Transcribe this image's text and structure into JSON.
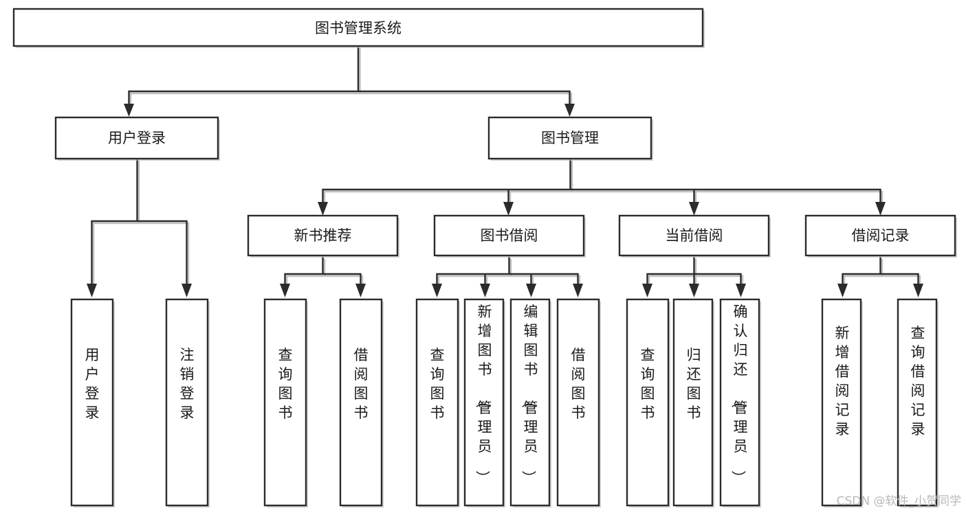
{
  "diagram": {
    "title": "图书管理系统",
    "type": "tree-hierarchy-diagram",
    "colors": {
      "stroke": "#2b2b2b",
      "fill": "#ffffff",
      "shadow": "#b9b9b9",
      "text": "#1a1a1a",
      "watermark": "#b7b7b7"
    },
    "levels": {
      "root": "图书管理系统",
      "level2": [
        "用户登录",
        "图书管理"
      ],
      "level3": [
        "新书推荐",
        "图书借阅",
        "当前借阅",
        "借阅记录"
      ]
    },
    "nodes": {
      "root": {
        "label": "图书管理系统",
        "orientation": "horizontal"
      },
      "user_login": {
        "label": "用户登录",
        "orientation": "horizontal"
      },
      "book_manage": {
        "label": "图书管理",
        "orientation": "horizontal"
      },
      "new_book_rec": {
        "label": "新书推荐",
        "orientation": "horizontal"
      },
      "book_borrow": {
        "label": "图书借阅",
        "orientation": "horizontal"
      },
      "current_borrow": {
        "label": "当前借阅",
        "orientation": "horizontal"
      },
      "borrow_record": {
        "label": "借阅记录",
        "orientation": "horizontal"
      },
      "leaf_user_login": {
        "label": "用户登录",
        "orientation": "vertical"
      },
      "leaf_logout": {
        "label": "注销登录",
        "orientation": "vertical"
      },
      "leaf_query_book_1": {
        "label": "查询图书",
        "orientation": "vertical"
      },
      "leaf_borrow_book_1": {
        "label": "借阅图书",
        "orientation": "vertical"
      },
      "leaf_query_book_2": {
        "label": "查询图书",
        "orientation": "vertical"
      },
      "leaf_add_book": {
        "label": "新增图书（管理员）",
        "orientation": "vertical"
      },
      "leaf_edit_book": {
        "label": "编辑图书（管理员）",
        "orientation": "vertical"
      },
      "leaf_borrow_book_2": {
        "label": "借阅图书",
        "orientation": "vertical"
      },
      "leaf_query_book_3": {
        "label": "查询图书",
        "orientation": "vertical"
      },
      "leaf_return_book": {
        "label": "归还图书",
        "orientation": "vertical"
      },
      "leaf_confirm_return": {
        "label": "确认归还（管理员）",
        "orientation": "vertical"
      },
      "leaf_add_record": {
        "label": "新增借阅记录",
        "orientation": "vertical"
      },
      "leaf_query_record": {
        "label": "查询借阅记录",
        "orientation": "vertical"
      }
    },
    "tree": [
      {
        "label": "图书管理系统",
        "children": [
          {
            "label": "用户登录",
            "children": [
              {
                "label": "用户登录"
              },
              {
                "label": "注销登录"
              }
            ]
          },
          {
            "label": "图书管理",
            "children": [
              {
                "label": "新书推荐",
                "children": [
                  {
                    "label": "查询图书"
                  },
                  {
                    "label": "借阅图书"
                  }
                ]
              },
              {
                "label": "图书借阅",
                "children": [
                  {
                    "label": "查询图书"
                  },
                  {
                    "label": "新增图书（管理员）"
                  },
                  {
                    "label": "编辑图书（管理员）"
                  },
                  {
                    "label": "借阅图书"
                  }
                ]
              },
              {
                "label": "当前借阅",
                "children": [
                  {
                    "label": "查询图书"
                  },
                  {
                    "label": "归还图书"
                  },
                  {
                    "label": "确认归还（管理员）"
                  }
                ]
              },
              {
                "label": "借阅记录",
                "children": [
                  {
                    "label": "新增借阅记录"
                  },
                  {
                    "label": "查询借阅记录"
                  }
                ]
              }
            ]
          }
        ]
      }
    ]
  },
  "watermark": {
    "text": "CSDN @软件_小贺同学"
  }
}
